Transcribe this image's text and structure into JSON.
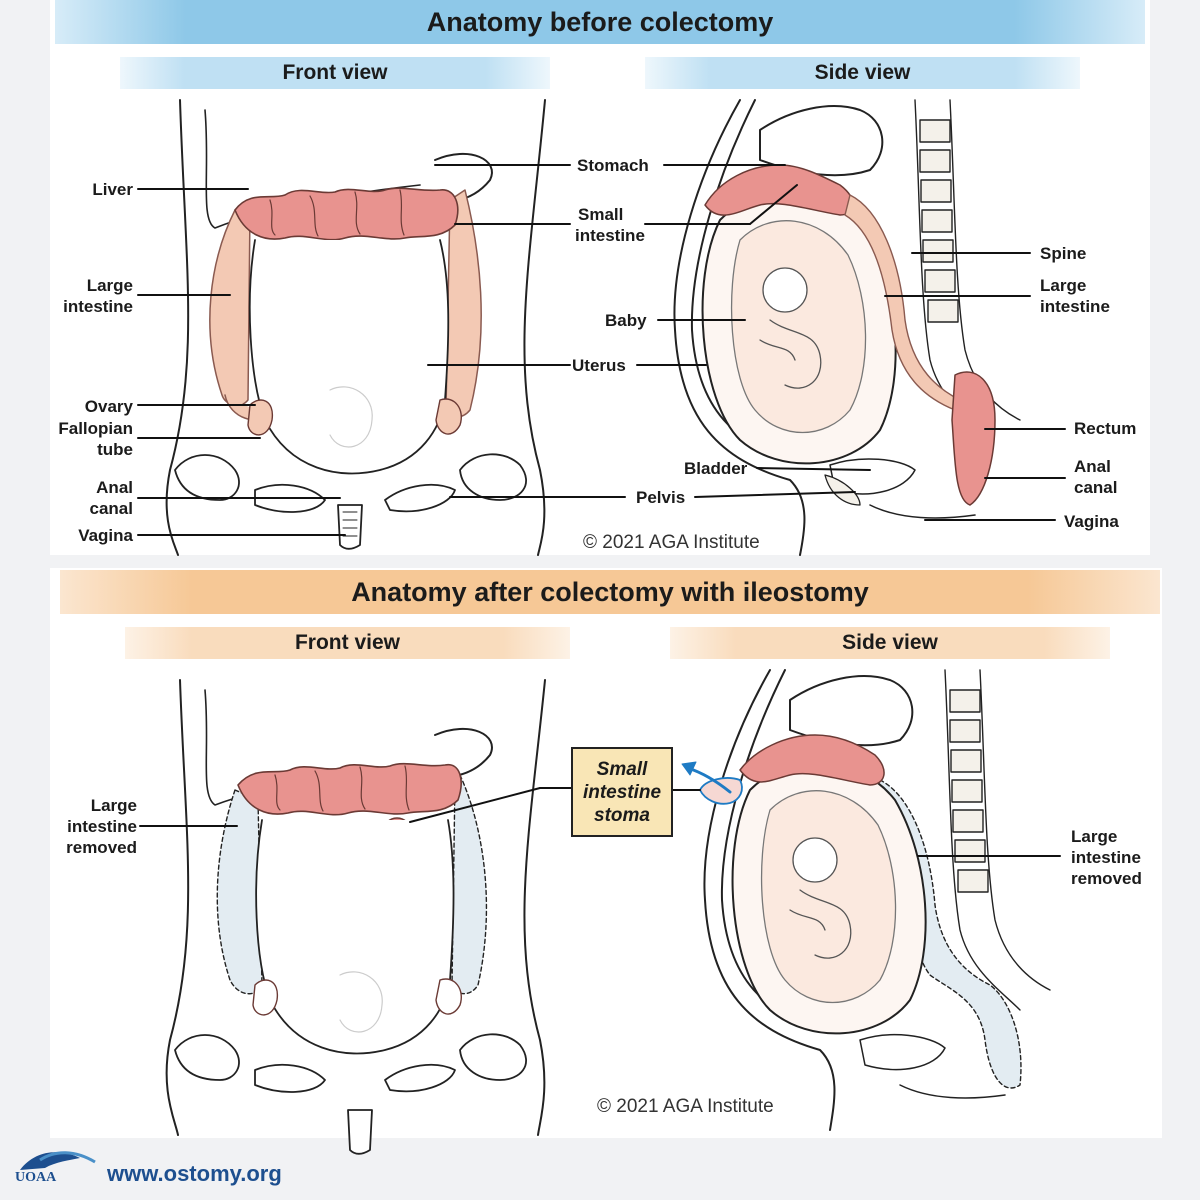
{
  "top": {
    "title": "Anatomy before colectomy",
    "front_title": "Front view",
    "side_title": "Side view",
    "front_labels": {
      "liver": "Liver",
      "large_intestine_1": "Large",
      "large_intestine_2": "intestine",
      "ovary": "Ovary",
      "fallopian_1": "Fallopian",
      "fallopian_2": "tube",
      "anal_canal_1": "Anal",
      "anal_canal_2": "canal",
      "vagina": "Vagina"
    },
    "center_labels": {
      "stomach": "Stomach",
      "small_intestine_1": "Small",
      "small_intestine_2": "intestine",
      "baby": "Baby",
      "uterus": "Uterus",
      "bladder": "Bladder",
      "pelvis": "Pelvis"
    },
    "side_labels": {
      "spine": "Spine",
      "large_intestine_1": "Large",
      "large_intestine_2": "intestine",
      "rectum": "Rectum",
      "anal_canal_1": "Anal",
      "anal_canal_2": "canal",
      "vagina": "Vagina"
    },
    "copyright": "© 2021 AGA Institute"
  },
  "bottom": {
    "title": "Anatomy after colectomy with ileostomy",
    "front_title": "Front view",
    "side_title": "Side view",
    "front_labels": {
      "removed_1": "Large",
      "removed_2": "intestine",
      "removed_3": "removed"
    },
    "stoma_labels": {
      "line1": "Small",
      "line2": "intestine",
      "line3": "stoma"
    },
    "side_labels": {
      "removed_1": "Large",
      "removed_2": "intestine",
      "removed_3": "removed"
    },
    "copyright": "© 2021 AGA Institute"
  },
  "footer": {
    "logo_text": "UOAA",
    "url": "www.ostomy.org"
  },
  "colors": {
    "intestine": "#e8938f",
    "large_intestine": "#f3c9b4",
    "removed": "#e3ecf2",
    "arrow": "#1e7bc4",
    "banner_blue": "#8ec8e8",
    "banner_orange": "#f6c896"
  }
}
